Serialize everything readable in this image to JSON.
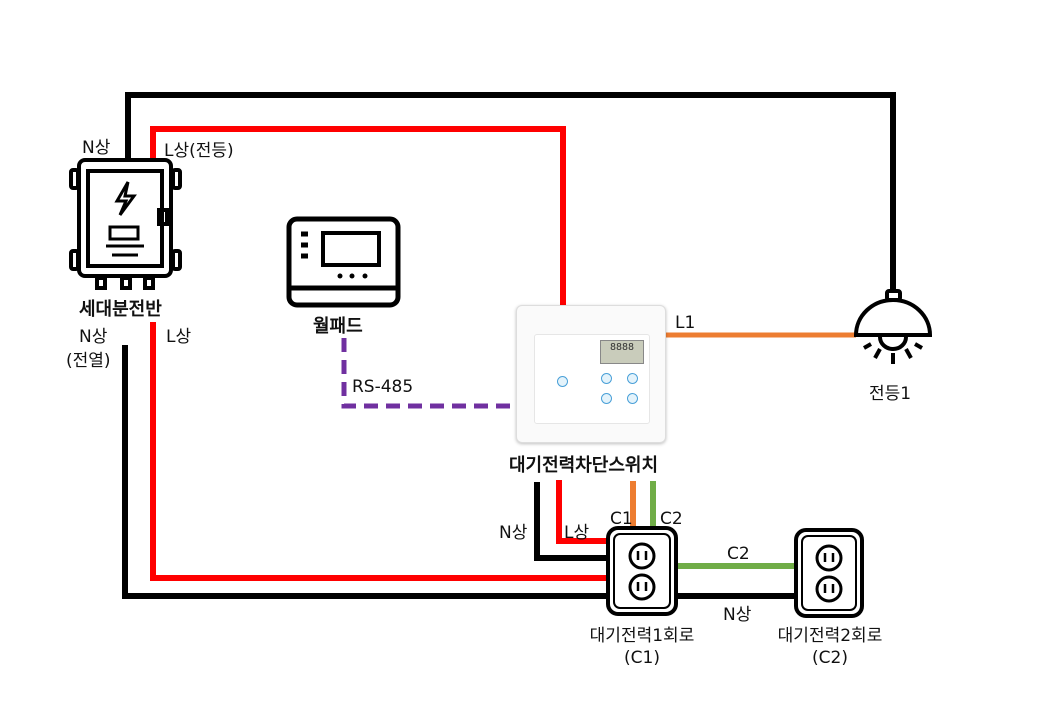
{
  "title": "대기전력차단스위치 결선도",
  "nodes": {
    "distribution_panel": {
      "label": "세대분전반",
      "top_n": "N상",
      "top_l": "L상(전등)",
      "bottom_n": "N상",
      "bottom_n2": "(전열)",
      "bottom_l": "L상"
    },
    "wallpad": {
      "label": "월패드"
    },
    "switch": {
      "label": "대기전력차단스위치",
      "lcd": "8888"
    },
    "lamp": {
      "label": "전등1"
    },
    "outlet1": {
      "label": "대기전력1회로",
      "sub": "(C1)"
    },
    "outlet2": {
      "label": "대기전력2회로",
      "sub": "(C2)"
    }
  },
  "wires": {
    "rs485": "RS-485",
    "l1": "L1",
    "switch_n": "N상",
    "switch_l": "L상",
    "c1": "C1",
    "c2": "C2",
    "c2_link": "C2",
    "n_link": "N상"
  },
  "colors": {
    "neutral": "#000000",
    "live": "#ff0000",
    "c1": "#ed7d31",
    "c2": "#70ad47",
    "comm": "#7030a0"
  }
}
